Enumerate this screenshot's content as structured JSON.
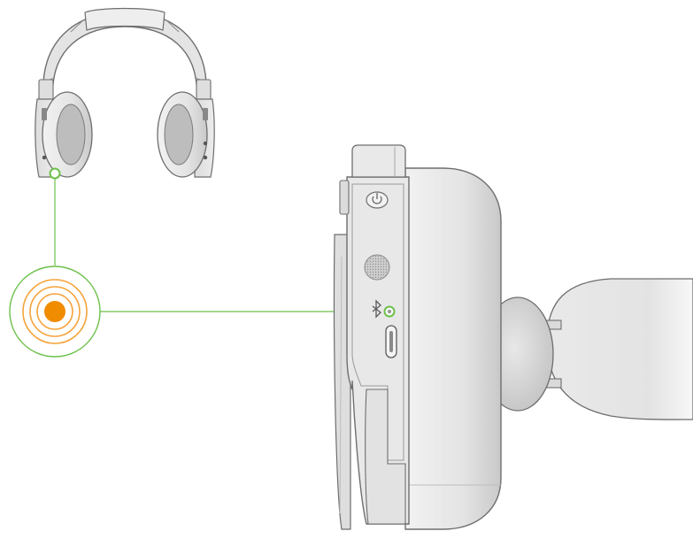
{
  "diagram": {
    "subject": "headphones",
    "callout_target": "bluetooth-indicator-light",
    "indicator_state": "pulsing",
    "icons": [
      "power-icon",
      "microphone-icon",
      "bluetooth-icon",
      "usb-c-port-icon",
      "indicator-light-icon"
    ]
  },
  "colors": {
    "callout_line": "#6cc04a",
    "indicator_pulse": "#f5a33a",
    "indicator_center": "#f08c00",
    "body_fill": "#e6e6e6",
    "body_shadow": "#c7c7c7",
    "outline": "#6e6e6e"
  }
}
